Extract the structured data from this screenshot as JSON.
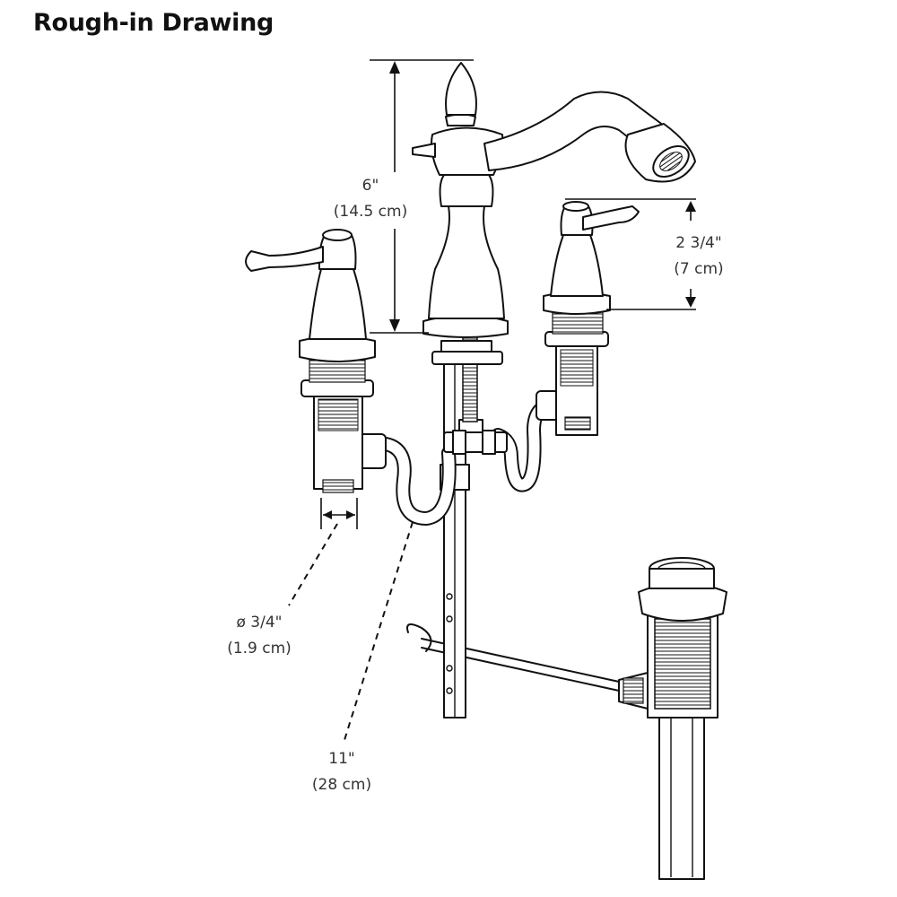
{
  "title": "Rough-in Drawing",
  "dimensions": {
    "spout_height": {
      "imperial": "6\"",
      "metric": "(14.5 cm)"
    },
    "handle_height": {
      "imperial": "2 3/4\"",
      "metric": "(7 cm)"
    },
    "connection_diameter": {
      "imperial": "ø 3/4\"",
      "metric": "(1.9 cm)"
    },
    "hose_length": {
      "imperial": "11\"",
      "metric": "(28 cm)"
    }
  },
  "colors": {
    "line": "#111111",
    "text": "#333333",
    "background": "#ffffff"
  }
}
